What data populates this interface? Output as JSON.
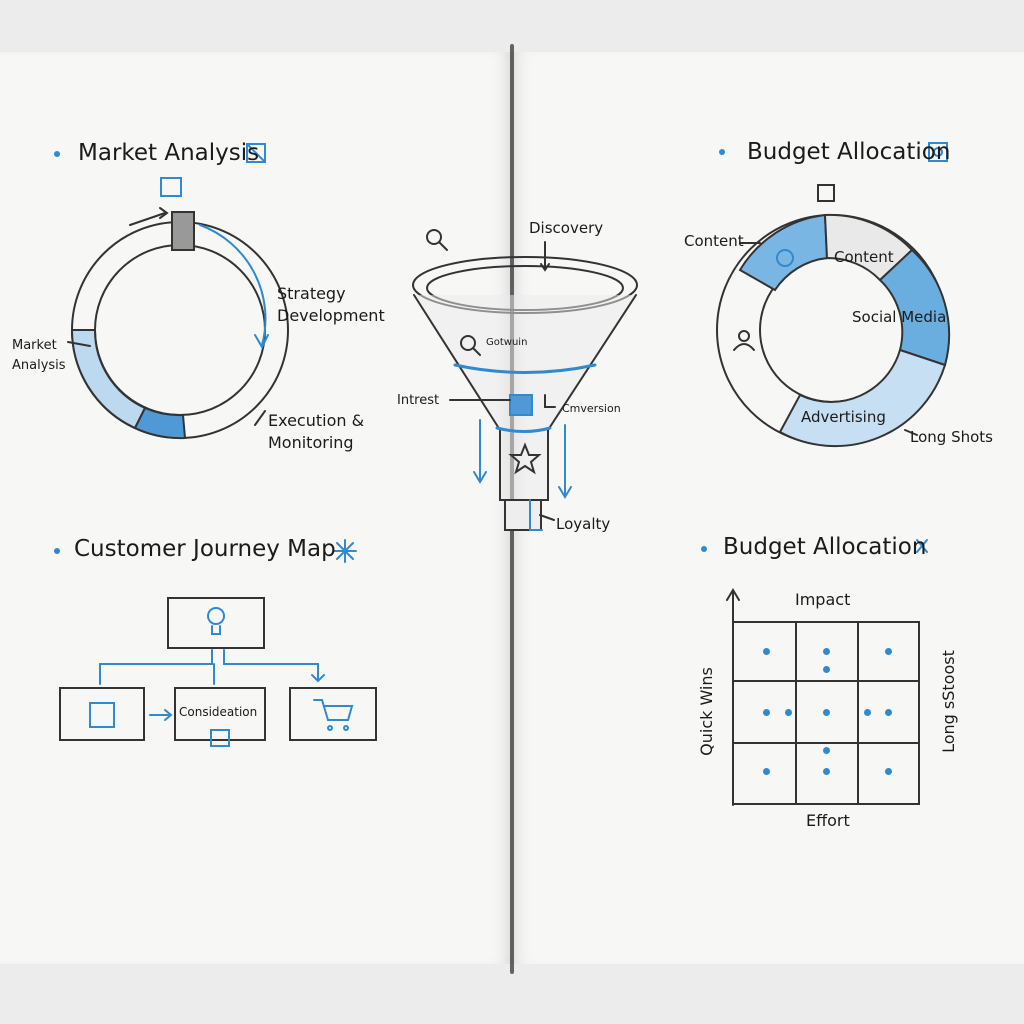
{
  "accent_color": "#2f8ad0",
  "market_analysis": {
    "title": "Market Analysis",
    "labels": [
      "Market Analysis",
      "Strategy Development",
      "Execution & Monitoring"
    ]
  },
  "funnel": {
    "labels": {
      "discovery": "Discovery",
      "inner": "Gotwuin",
      "interest": "Intrest",
      "conversion": "Cmversion",
      "loyalty": "Loyalty"
    }
  },
  "budget_donut": {
    "title": "Budget Allocation",
    "segments": [
      "Content",
      "Content",
      "Social Media",
      "Advertising",
      "Long Shots"
    ]
  },
  "journey": {
    "title": "Customer Journey Map",
    "stages": [
      "Consideation"
    ]
  },
  "matrix": {
    "title": "Budget Allocation",
    "top_label": "Impact",
    "bottom_label": "Effort",
    "left_label": "Quick Wins",
    "right_label": "Long sStoost"
  }
}
